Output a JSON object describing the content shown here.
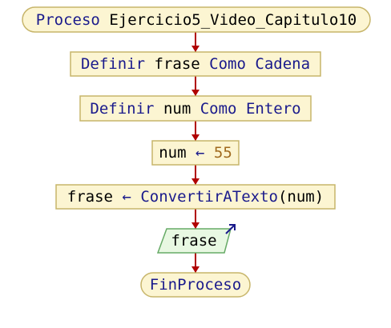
{
  "flowchart": {
    "colors": {
      "node_fill": "#fcf5d2",
      "node_border": "#c7b56a",
      "output_fill": "#e8f8e2",
      "output_border": "#66aa66",
      "arrow": "#b00000",
      "keyword": "#1a1a8c",
      "number": "#a06a1e",
      "identifier": "#000000",
      "output_arrow": "#1a1a8c"
    },
    "start": {
      "keyword": "Proceso",
      "name": "Ejercicio5_Video_Capitulo10"
    },
    "def_frase": {
      "kw1": "Definir",
      "var": "frase",
      "kw2": "Como",
      "type": "Cadena"
    },
    "def_num": {
      "kw1": "Definir",
      "var": "num",
      "kw2": "Como",
      "type": "Entero"
    },
    "assign_num": {
      "var": "num",
      "op": "←",
      "value": "55"
    },
    "assign_frase": {
      "var": "frase",
      "op": "←",
      "func": "ConvertirATexto",
      "open": "(",
      "arg": "num",
      "close": ")"
    },
    "output": {
      "text": "frase"
    },
    "end": {
      "keyword": "FinProceso"
    }
  }
}
